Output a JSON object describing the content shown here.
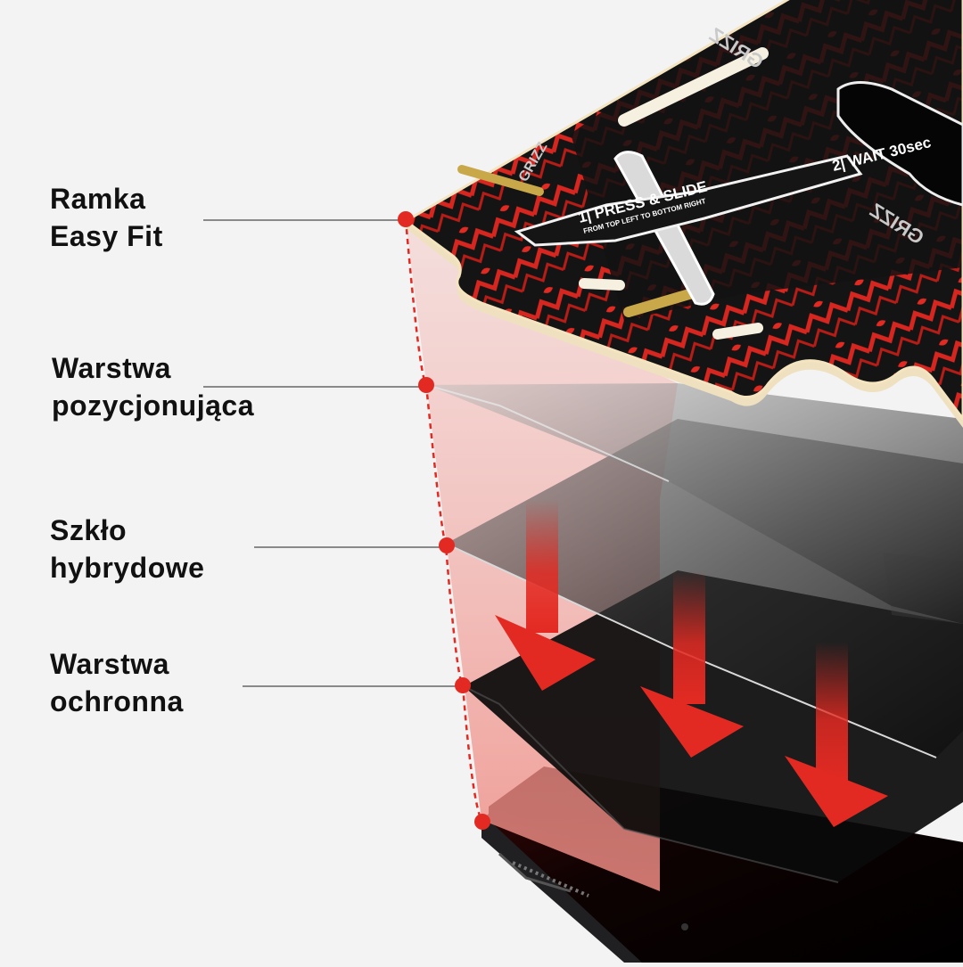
{
  "layers": [
    {
      "line1": "Ramka",
      "line2": "Easy Fit"
    },
    {
      "line1": "Warstwa",
      "line2": "pozycjonująca"
    },
    {
      "line1": "Szkło",
      "line2": "hybrydowe"
    },
    {
      "line1": "Warstwa",
      "line2": "ochronna"
    }
  ],
  "frame_print": {
    "step1": "1| PRESS & SLIDE",
    "step1_sub": "FROM TOP LEFT TO BOTTOM RIGHT",
    "step2": "2| WAIT 30sec",
    "brand": "GRIZZ"
  },
  "colors": {
    "accent": "#e32a22",
    "frame_black": "#1a1a1a",
    "background": "#f3f3f3"
  }
}
